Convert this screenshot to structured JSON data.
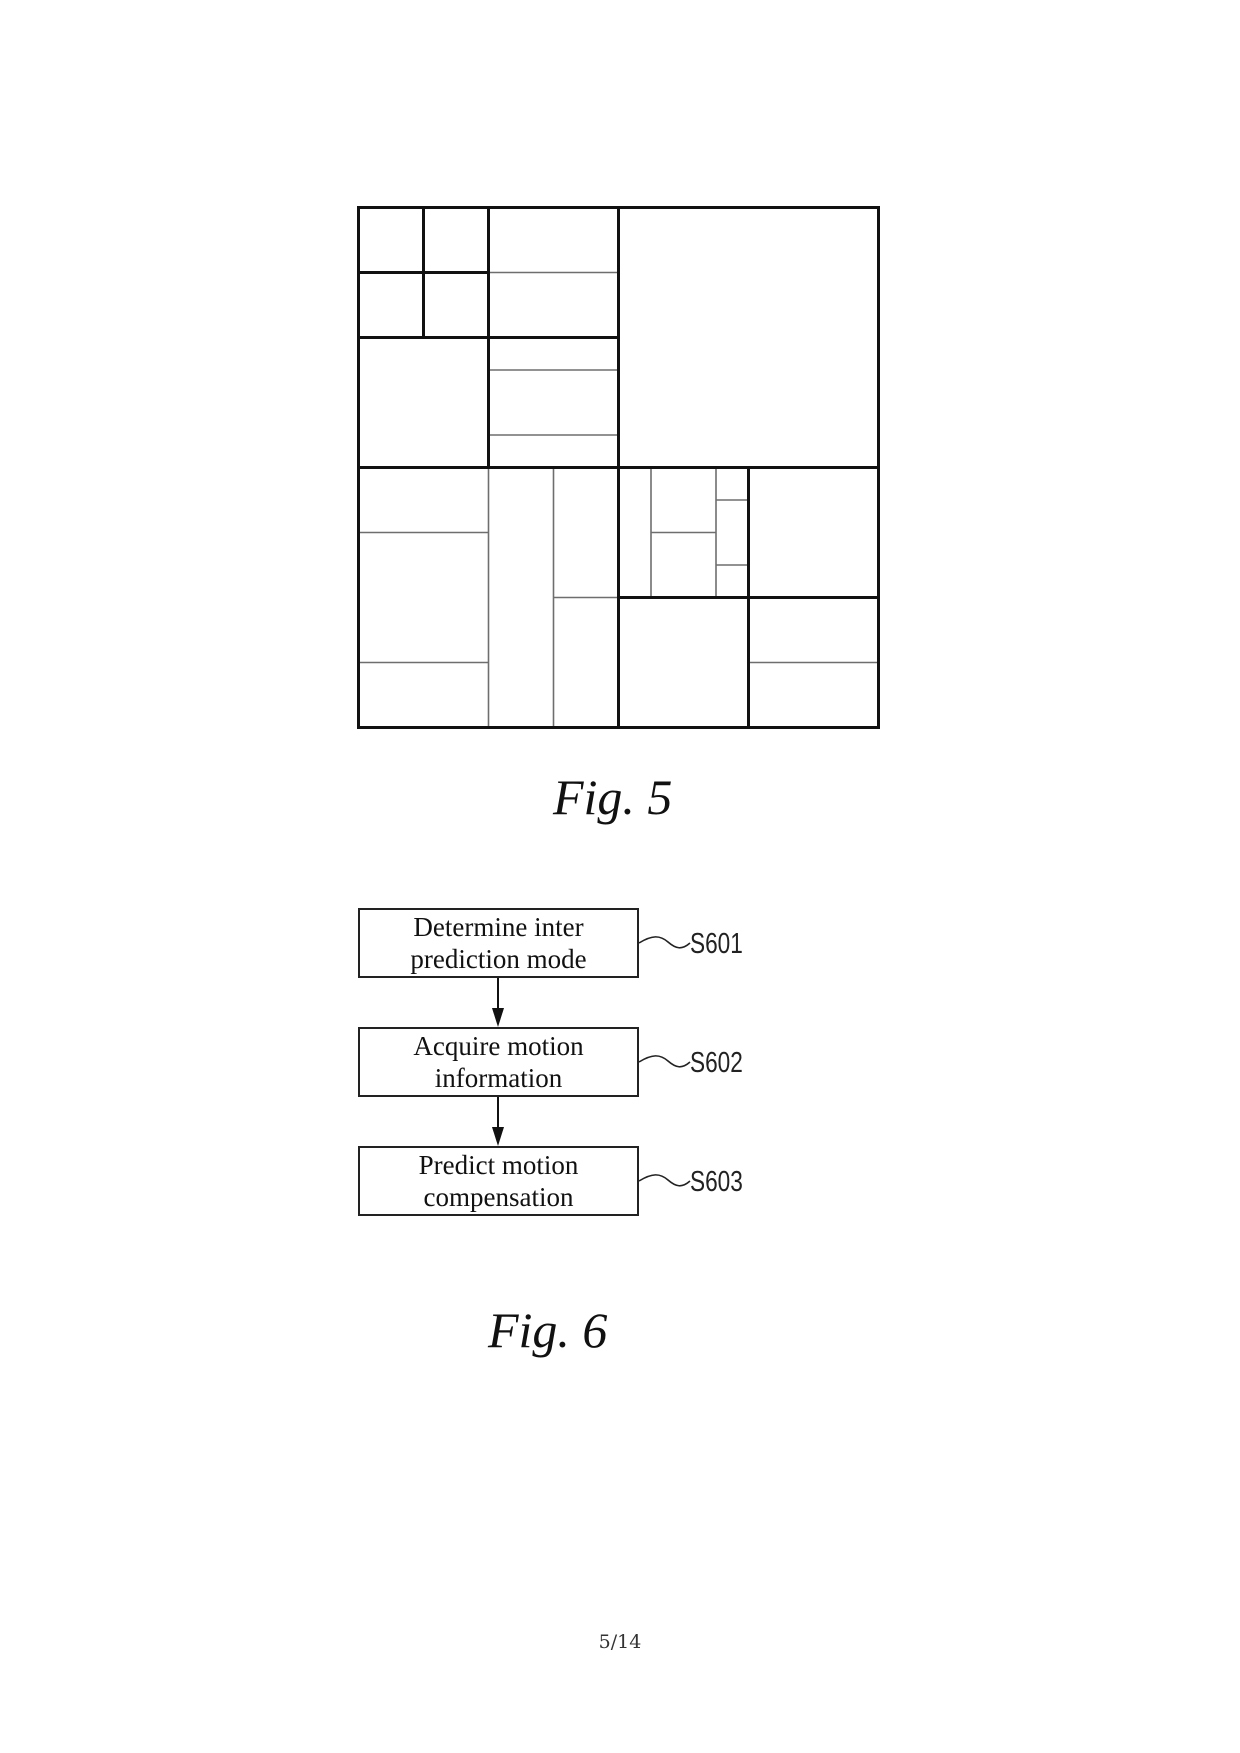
{
  "figure5": {
    "caption": "Fig. 5",
    "description": "Quad-tree / binary-tree block partitioning of a square coding tree unit",
    "grid_units": 8,
    "thick_segments": [
      {
        "orientation": "v",
        "at": 4,
        "from": 0,
        "to": 8
      },
      {
        "orientation": "h",
        "at": 4,
        "from": 0,
        "to": 8
      },
      {
        "orientation": "v",
        "at": 2,
        "from": 0,
        "to": 4
      },
      {
        "orientation": "h",
        "at": 2,
        "from": 0,
        "to": 4
      },
      {
        "orientation": "v",
        "at": 1,
        "from": 0,
        "to": 2
      },
      {
        "orientation": "h",
        "at": 1,
        "from": 0,
        "to": 2
      },
      {
        "orientation": "v",
        "at": 6,
        "from": 4,
        "to": 8
      },
      {
        "orientation": "h",
        "at": 6,
        "from": 4,
        "to": 8
      }
    ],
    "thin_segments": [
      {
        "orientation": "h",
        "at": 1,
        "from": 2,
        "to": 4
      },
      {
        "orientation": "h",
        "at": 2.5,
        "from": 2,
        "to": 4
      },
      {
        "orientation": "h",
        "at": 3.5,
        "from": 2,
        "to": 4
      },
      {
        "orientation": "v",
        "at": 2,
        "from": 4,
        "to": 8
      },
      {
        "orientation": "h",
        "at": 5,
        "from": 0,
        "to": 2
      },
      {
        "orientation": "h",
        "at": 7,
        "from": 0,
        "to": 2
      },
      {
        "orientation": "v",
        "at": 3,
        "from": 4,
        "to": 8
      },
      {
        "orientation": "h",
        "at": 6,
        "from": 3,
        "to": 4
      },
      {
        "orientation": "v",
        "at": 4.5,
        "from": 4,
        "to": 6
      },
      {
        "orientation": "v",
        "at": 5.5,
        "from": 4,
        "to": 6
      },
      {
        "orientation": "h",
        "at": 5,
        "from": 4.5,
        "to": 5.5
      },
      {
        "orientation": "h",
        "at": 4.5,
        "from": 5.5,
        "to": 6
      },
      {
        "orientation": "h",
        "at": 5.5,
        "from": 5.5,
        "to": 6
      },
      {
        "orientation": "h",
        "at": 7,
        "from": 6,
        "to": 8
      }
    ]
  },
  "figure6": {
    "caption": "Fig. 6",
    "steps": [
      {
        "id": "S601",
        "line1": "Determine inter",
        "line2": "prediction mode"
      },
      {
        "id": "S602",
        "line1": "Acquire motion",
        "line2": "information"
      },
      {
        "id": "S603",
        "line1": "Predict motion",
        "line2": "compensation"
      }
    ]
  },
  "page": {
    "number": "5/14"
  }
}
